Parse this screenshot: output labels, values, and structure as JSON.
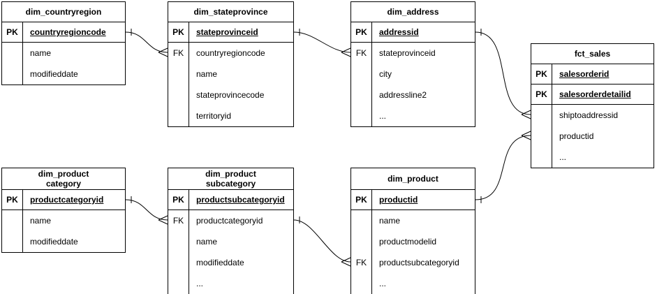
{
  "diagram": {
    "kind": "entity-relationship-diagram",
    "notation": "crow's foot",
    "colors": {
      "background": "#ffffff",
      "line": "#000000",
      "text": "#000000"
    },
    "tables": [
      {
        "title": "dim_countryregion",
        "rows": [
          {
            "key": "PK",
            "name": "countryregioncode"
          },
          {
            "key": "",
            "name": "name"
          },
          {
            "key": "",
            "name": "modifieddate"
          }
        ]
      },
      {
        "title": "dim_stateprovince",
        "rows": [
          {
            "key": "PK",
            "name": "stateprovinceid"
          },
          {
            "key": "FK",
            "name": "countryregioncode"
          },
          {
            "key": "",
            "name": "name"
          },
          {
            "key": "",
            "name": "stateprovincecode"
          },
          {
            "key": "",
            "name": "territoryid"
          }
        ]
      },
      {
        "title": "dim_address",
        "rows": [
          {
            "key": "PK",
            "name": "addressid"
          },
          {
            "key": "FK",
            "name": "stateprovinceid"
          },
          {
            "key": "",
            "name": "city"
          },
          {
            "key": "",
            "name": "addressline2"
          },
          {
            "key": "",
            "name": "..."
          }
        ]
      },
      {
        "title": "fct_sales",
        "rows": [
          {
            "key": "PK",
            "name": "salesorderid"
          },
          {
            "key": "PK",
            "name": "salesorderdetailid"
          },
          {
            "key": "",
            "name": "shiptoaddressid"
          },
          {
            "key": "",
            "name": "productid"
          },
          {
            "key": "",
            "name": "..."
          }
        ]
      },
      {
        "title": "dim_product\ncategory",
        "rows": [
          {
            "key": "PK",
            "name": "productcategoryid"
          },
          {
            "key": "",
            "name": "name"
          },
          {
            "key": "",
            "name": "modifieddate"
          }
        ]
      },
      {
        "title": "dim_product\nsubcategory",
        "rows": [
          {
            "key": "PK",
            "name": "productsubcategoryid"
          },
          {
            "key": "FK",
            "name": "productcategoryid"
          },
          {
            "key": "",
            "name": "name"
          },
          {
            "key": "",
            "name": "modifieddate"
          },
          {
            "key": "",
            "name": "..."
          }
        ]
      },
      {
        "title": "dim_product",
        "rows": [
          {
            "key": "PK",
            "name": "productid"
          },
          {
            "key": "",
            "name": "name"
          },
          {
            "key": "",
            "name": "productmodelid"
          },
          {
            "key": "FK",
            "name": "productsubcategoryid"
          },
          {
            "key": "",
            "name": "..."
          }
        ]
      }
    ],
    "relationships": [
      {
        "from": "dim_countryregion.countryregioncode",
        "to": "dim_stateprovince.countryregioncode",
        "cardinality": "one-to-many"
      },
      {
        "from": "dim_stateprovince.stateprovinceid",
        "to": "dim_address.stateprovinceid",
        "cardinality": "one-to-many"
      },
      {
        "from": "dim_address.addressid",
        "to": "fct_sales.shiptoaddressid",
        "cardinality": "one-to-many"
      },
      {
        "from": "dim_product.productid",
        "to": "fct_sales.productid",
        "cardinality": "one-to-many"
      },
      {
        "from": "dim_productcategory.productcategoryid",
        "to": "dim_productsubcategory.productcategoryid",
        "cardinality": "one-to-many"
      },
      {
        "from": "dim_productsubcategory.productsubcategoryid",
        "to": "dim_product.productsubcategoryid",
        "cardinality": "one-to-many"
      }
    ]
  }
}
